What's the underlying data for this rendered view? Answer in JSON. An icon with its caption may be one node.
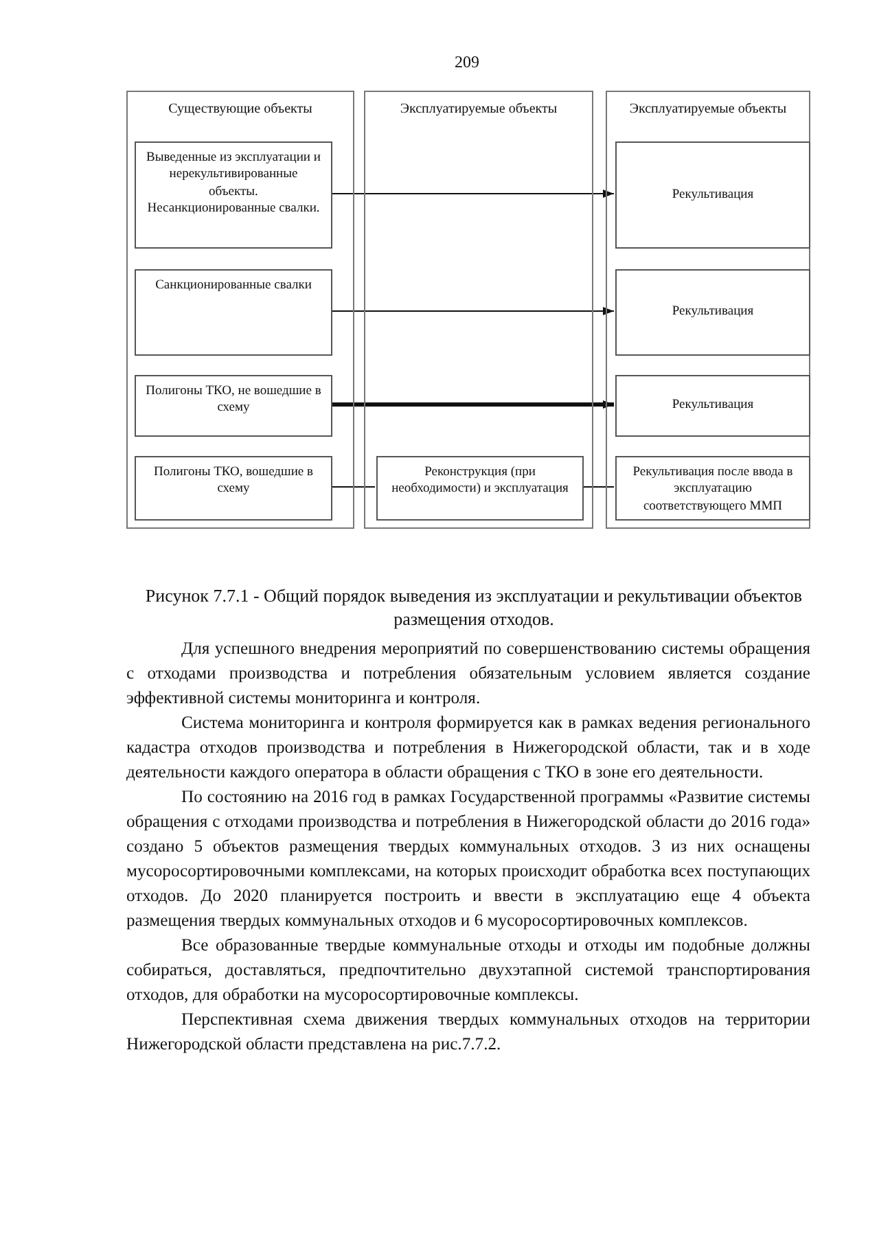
{
  "diagram": {
    "caption": "Рисунок 7.7.1 - Общий порядок выведения из эксплуатации и рекультивации объектов размещения отходов.",
    "nodes": [
      {
        "text": [
          "Существующие объекты"
        ]
      },
      {
        "text": [
          "Выведенные из эксплуатации и нерекультивированные объекты. Несанкционированные свалки."
        ],
        "in": 0
      },
      {
        "text": [
          "Санкционированные свалки"
        ],
        "in": 0
      },
      {
        "text": [
          "Полигоны ТКО, не вошедшие в схему"
        ],
        "in": 0
      },
      {
        "text": [
          "Полигоны ТКО, вошедшие в схему"
        ],
        "in": 0
      },
      {
        "text": [
          "Эксплуатируемые объекты"
        ]
      },
      {
        "text": [
          "Реконструкция (при необходимости) и эксплуатация"
        ],
        "in": 5
      },
      {
        "text": [
          "Эксплуатируемые объекты"
        ]
      },
      {
        "text": [
          "Рекультивация"
        ],
        "in": 7
      },
      {
        "text": [
          "Рекультивация"
        ],
        "in": 7
      },
      {
        "text": [
          "Рекультивация"
        ],
        "in": 7
      },
      {
        "text": [
          "Рекультивация после ввода в эксплуатацию соответствующего ММП"
        ],
        "in": 7
      }
    ],
    "edges": [
      {
        "from": 1,
        "to": 8,
        "arrow": "to"
      },
      {
        "from": 2,
        "to": 9,
        "arrow": "to"
      },
      {
        "from": 3,
        "to": 10,
        "arrow": "to",
        "style": "thick"
      },
      {
        "from": 4,
        "to": 6,
        "arrow": "none"
      },
      {
        "from": 6,
        "to": 11,
        "arrow": "none"
      }
    ],
    "labels": [
      "209",
      "Для успешного внедрения мероприятий по совершенствованию системы обращения с отходами производства и потребления обязательным условием является создание эффективной системы мониторинга и контроля.",
      "Система мониторинга и контроля формируется как в рамках ведения регионального кадастра отходов производства и потребления в Нижегородской области, так и в ходе деятельности каждого оператора в области обращения с ТКО в зоне его деятельности.",
      "По состоянию на 2016 год в рамках Государственной программы «Развитие системы обращения с отходами производства и потребления в Нижегородской области до 2016 года» создано 5 объектов размещения твердых коммунальных отходов. 3 из них оснащены мусоросортировочными комплексами, на которых происходит обработка всех поступающих отходов. До 2020 планируется построить и ввести в эксплуатацию еще 4 объекта размещения твердых коммунальных отходов и 6 мусоросортировочных комплексов.",
      "Все образованные твердые коммунальные отходы и отходы им подобные должны собираться, доставляться, предпочтительно двухэтапной системой транспортирования отходов, для обработки на мусоросортировочные комплексы.",
      "Перспективная схема движения твердых коммунальных отходов на территории Нижегородской области представлена на рис.7.7.2."
    ]
  }
}
